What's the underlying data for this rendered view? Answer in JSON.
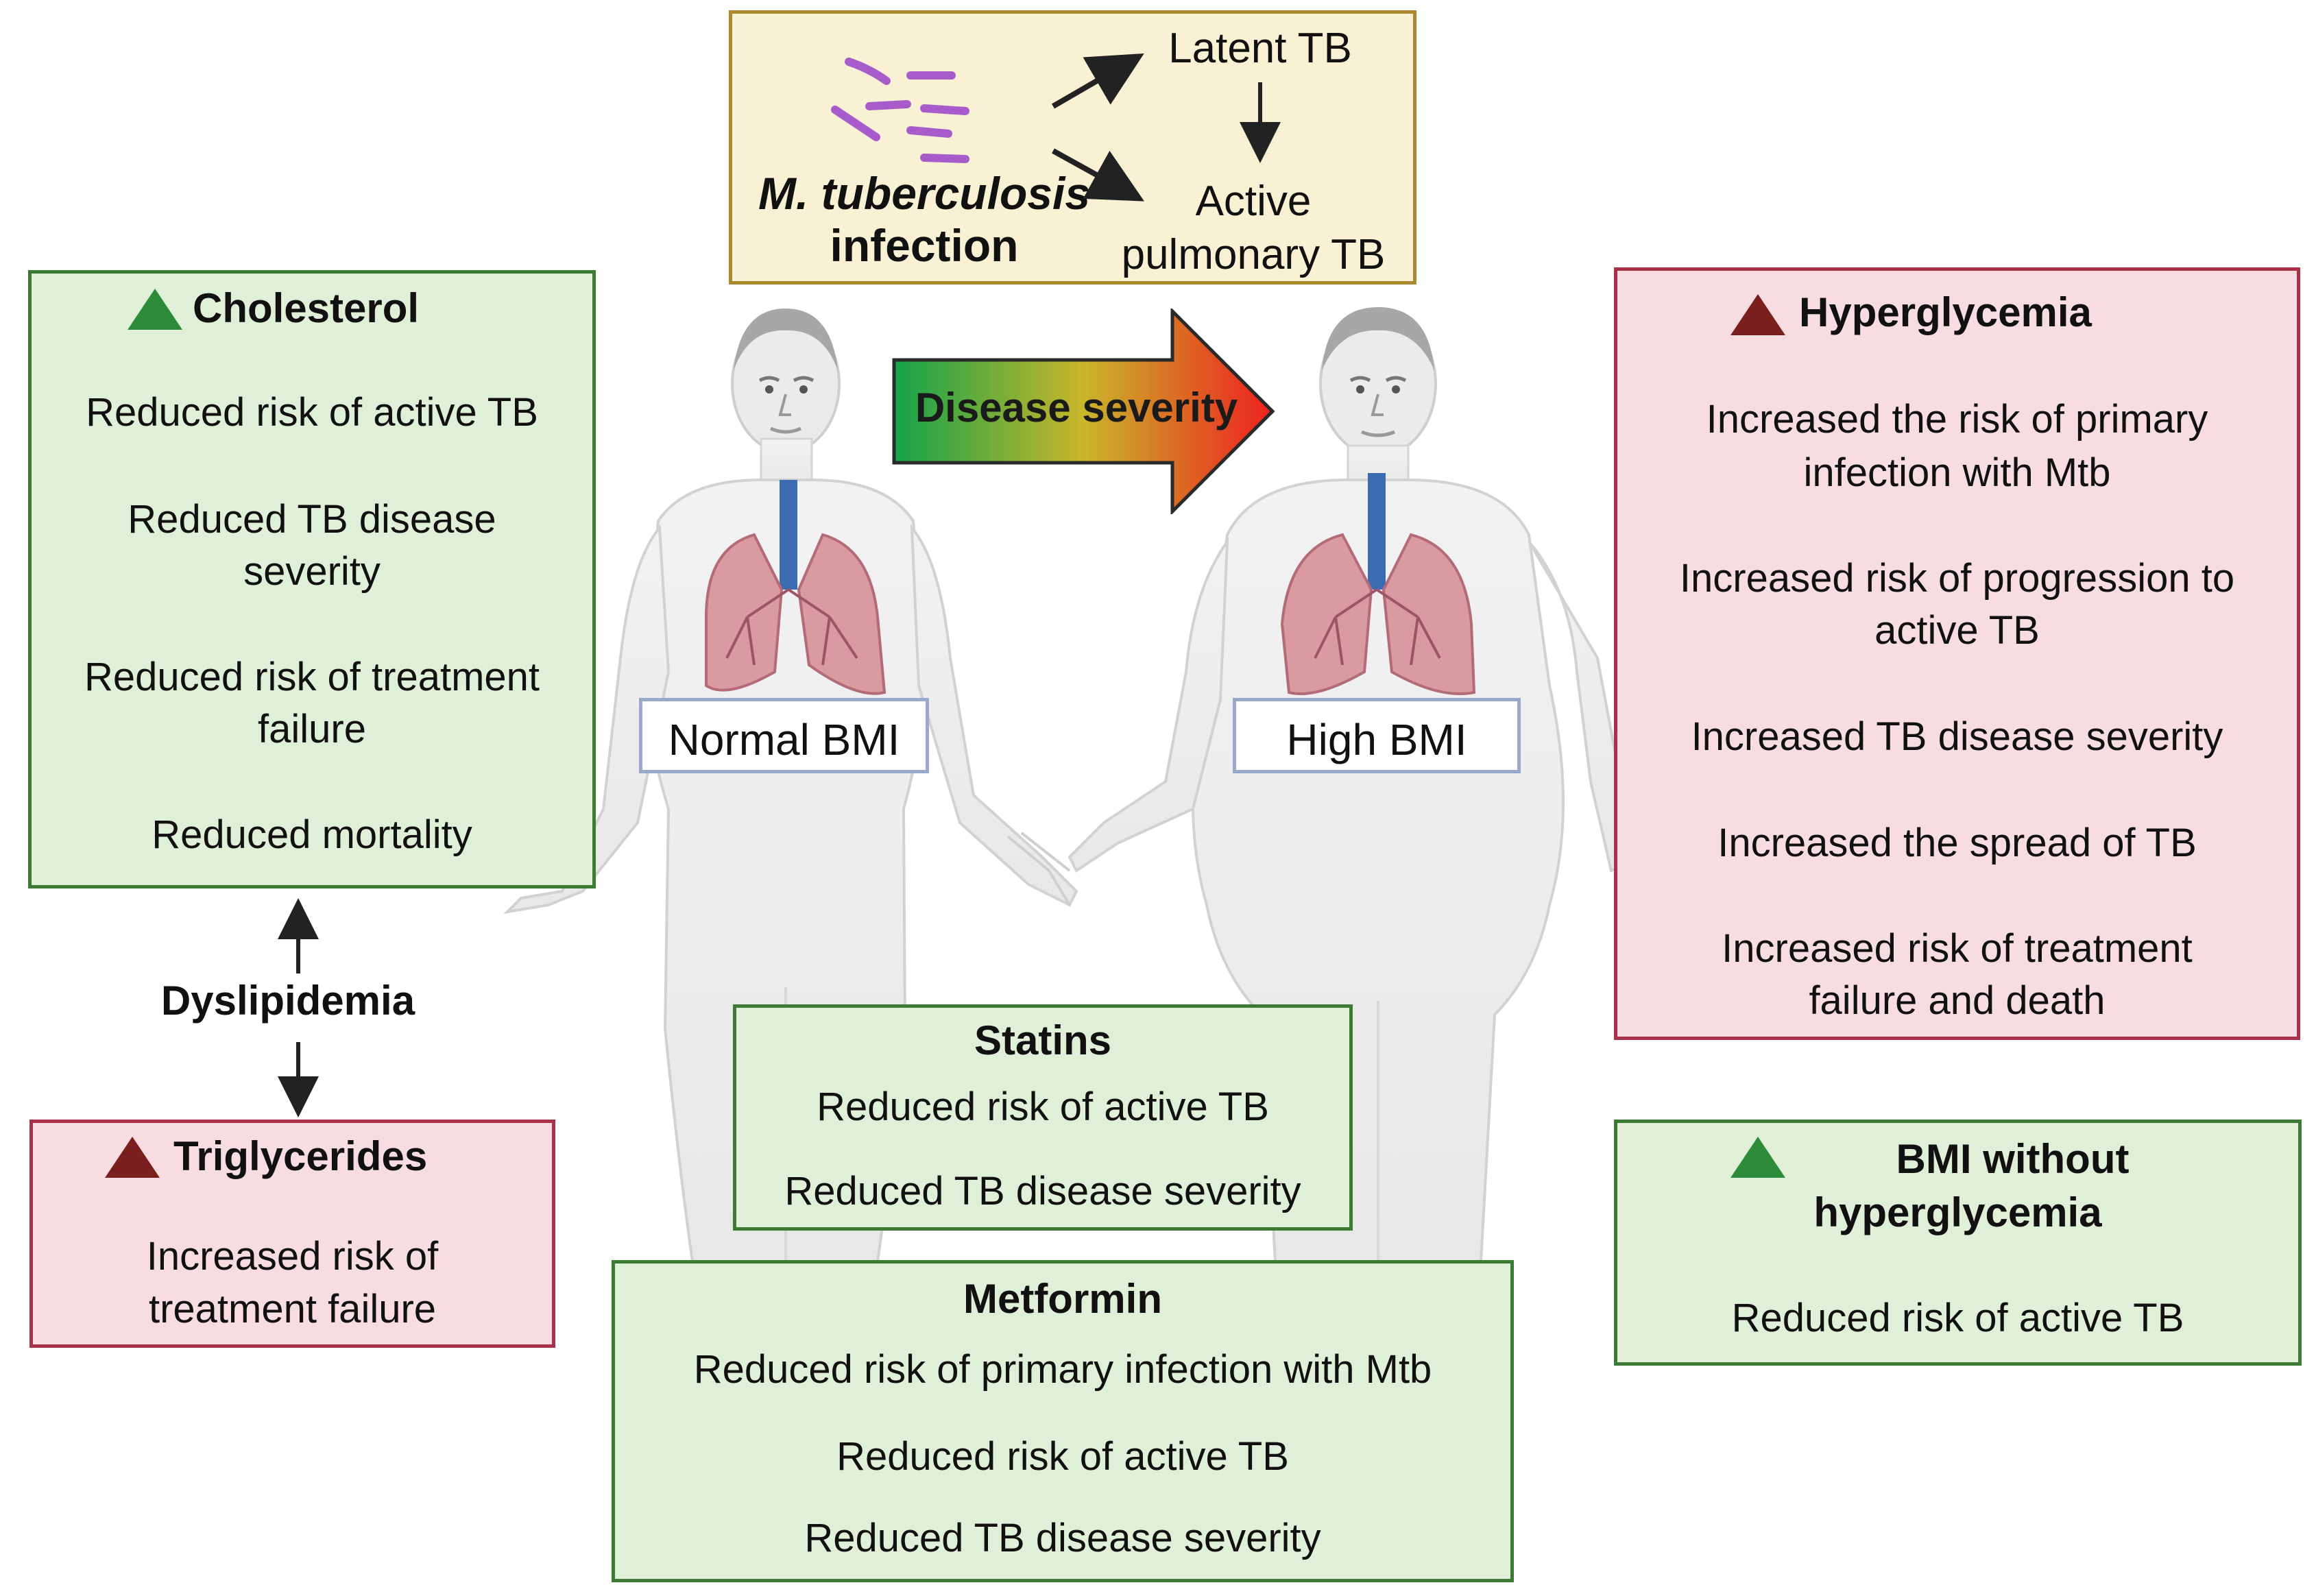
{
  "infection": {
    "agent_italic": "M. tuberculosis",
    "agent_line2": "infection",
    "latent": "Latent TB",
    "active_line1": "Active",
    "active_line2": "pulmonary TB"
  },
  "severity_arrow": {
    "label": "Disease severity"
  },
  "bodies": {
    "normal_label": "Normal BMI",
    "high_label": "High BMI"
  },
  "cholesterol": {
    "title": "Cholesterol",
    "items": [
      "Reduced risk of active TB",
      "Reduced TB disease",
      "severity",
      "Reduced risk of treatment",
      "failure",
      "Reduced mortality"
    ]
  },
  "dyslipidemia": {
    "label": "Dyslipidemia"
  },
  "triglycerides": {
    "title": "Triglycerides",
    "items": [
      "Increased risk of",
      "treatment failure"
    ]
  },
  "hyperglycemia": {
    "title": "Hyperglycemia",
    "items": [
      "Increased the risk of primary",
      "infection with Mtb",
      "Increased risk of progression to",
      "active TB",
      "Increased TB disease severity",
      "Increased the spread of TB",
      "Increased risk of treatment",
      "failure and death"
    ]
  },
  "bmi_without": {
    "title_line1": "BMI without",
    "title_line2": "hyperglycemia",
    "items": [
      "Reduced risk of active TB"
    ]
  },
  "statins": {
    "title": "Statins",
    "items": [
      "Reduced risk of active TB",
      "Reduced TB disease severity"
    ]
  },
  "metformin": {
    "title": "Metformin",
    "items": [
      "Reduced risk of primary infection with Mtb",
      "Reduced risk of active TB",
      "Reduced TB disease severity"
    ]
  },
  "colors": {
    "green_box": "#e0f0d8",
    "pink_box": "#f7dde2",
    "yellow_box": "#f8f1d3",
    "arrow_start": "#13a34a",
    "arrow_end": "#ee2020"
  }
}
